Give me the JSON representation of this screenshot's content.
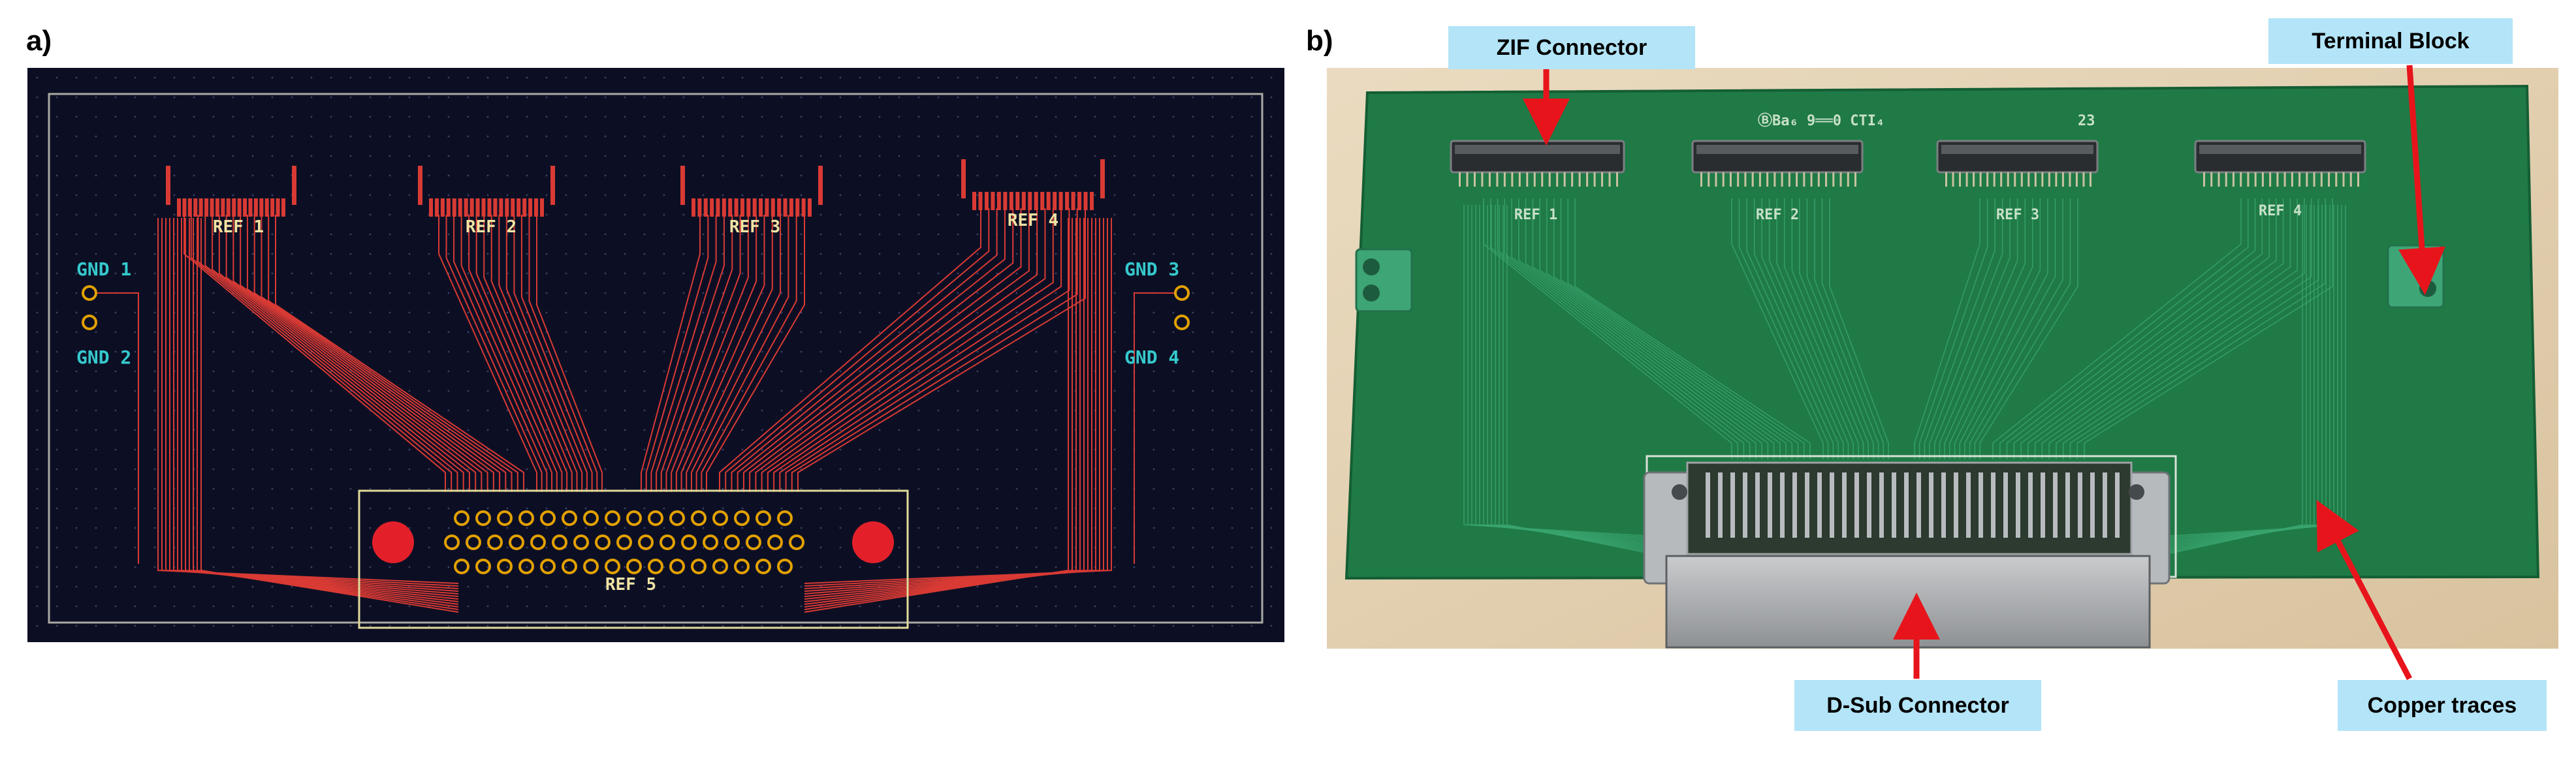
{
  "panel_a": {
    "label": "a)",
    "connector_labels": [
      "REF 1",
      "REF 2",
      "REF 3",
      "REF 4"
    ],
    "dsub_label": "REF 5",
    "ground_left": [
      "GND 1",
      "GND 2"
    ],
    "ground_right": [
      "GND 3",
      "GND 4"
    ],
    "colors": {
      "background": "#0c0f24",
      "trace": "#d93a34",
      "silkscreen": "#f1e3a3",
      "ground_text": "#35c9cc",
      "pad_ring": "#e2a000"
    }
  },
  "panel_b": {
    "label": "b)",
    "board_marking": "ⒷBa₆ 9══0 CTI₄",
    "board_marking_right": "23",
    "connector_labels": [
      "REF 1",
      "REF 2",
      "REF 3",
      "REF 4"
    ],
    "callouts": {
      "zif": "ZIF Connector",
      "terminal": "Terminal Block",
      "dsub": "D-Sub Connector",
      "copper": "Copper traces"
    },
    "colors": {
      "pcb": "#1f7a46",
      "callout_bg": "#b3e4f7",
      "arrow": "#e8141b"
    }
  }
}
